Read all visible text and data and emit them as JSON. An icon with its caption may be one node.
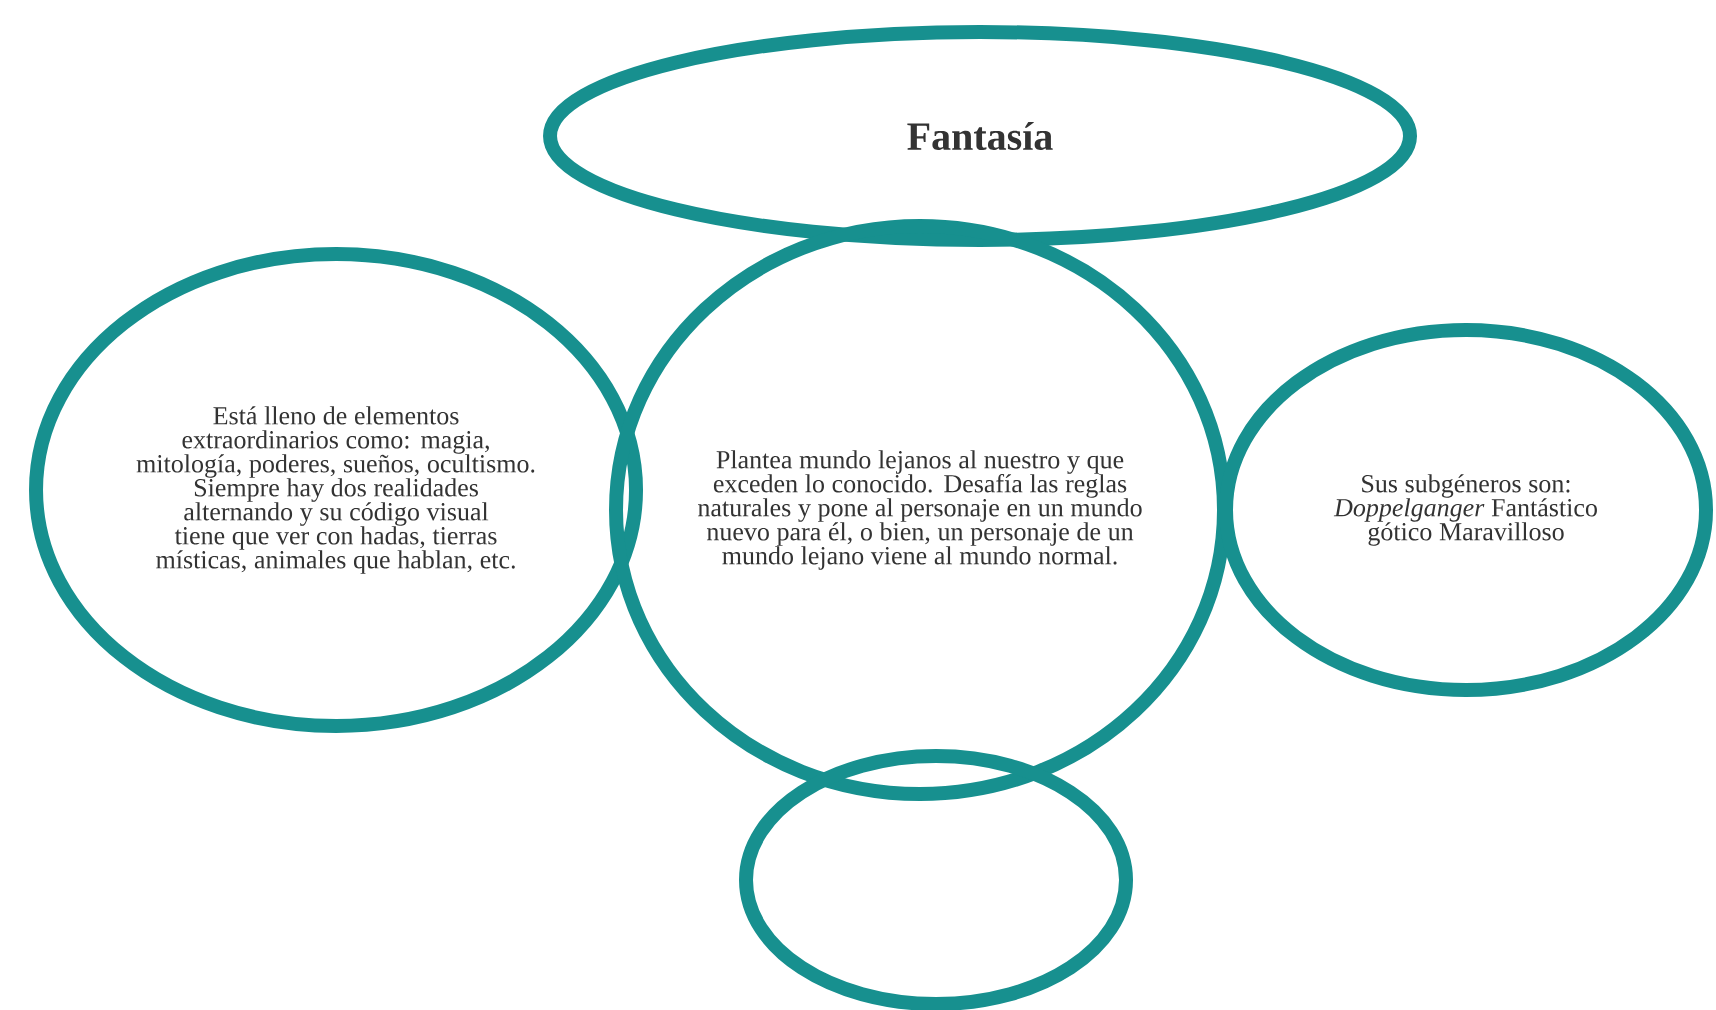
{
  "diagram": {
    "nodes": [
      {
        "text": [
          "Fantasía"
        ]
      },
      {
        "text": [
          "Está lleno de elementos extraordinarios como: magia, mitología, poderes, sueños, ocultismo. Siempre hay dos realidades alternando y su código visual tiene que ver con hadas, tierras místicas, animales que hablan, etc."
        ]
      },
      {
        "text": [
          "Plantea mundo lejanos al nuestro y que exceden lo conocido. Desafía las reglas naturales y pone al personaje en un mundo nuevo para él, o bien, un personaje de un mundo lejano viene al mundo normal."
        ]
      },
      {
        "text": [
          "Sus subgéneros son: *Doppelganger* Fantástico gótico Maravilloso"
        ]
      },
      {
        "text": [],
        "shape": "circle"
      }
    ]
  }
}
